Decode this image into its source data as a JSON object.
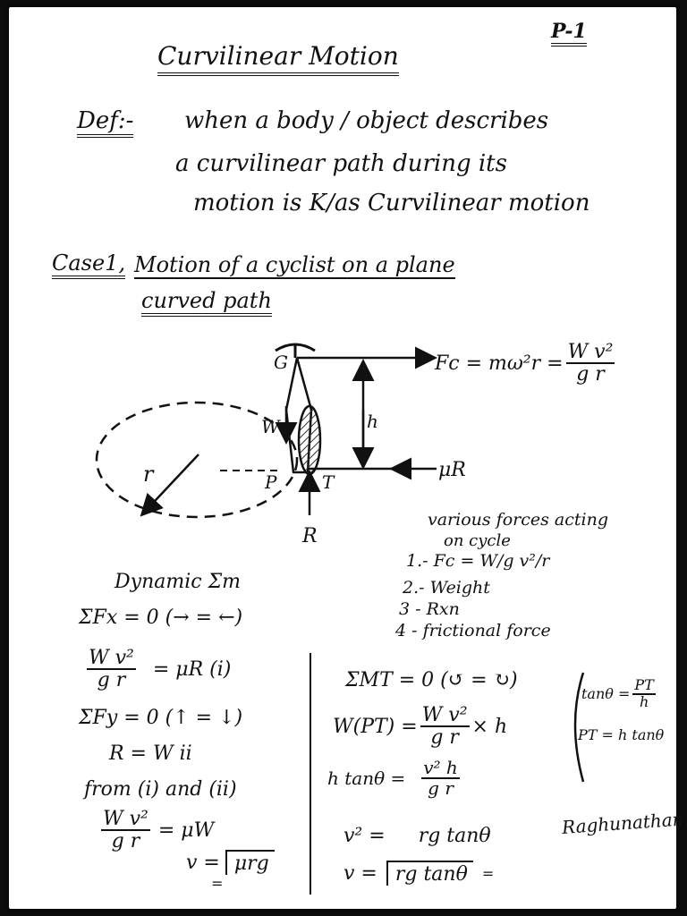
{
  "page": {
    "number": "P-1",
    "title": "Curvilinear Motion"
  },
  "definition": {
    "label": "Def:-",
    "line1": "when a body / object describes",
    "line2": "a curvilinear path during its",
    "line3": "motion is K/as Curvilinear motion"
  },
  "case1": {
    "label": "Case1,",
    "heading_line1": "Motion of a cyclist on a plane",
    "heading_line2": "curved path"
  },
  "diagram": {
    "label_G": "G",
    "label_W": "W",
    "label_h": "h",
    "label_P": "P",
    "label_T": "T",
    "label_R": "R",
    "label_r": "r",
    "label_muR": "μR",
    "fc_prefix": "Fc = mω²r =",
    "fc_num": "W v²",
    "fc_den": "g r"
  },
  "forces": {
    "heading1": "various forces acting",
    "heading2": "on cycle",
    "item1_prefix": "1.- Fc =",
    "item1_expr": "W/g v²/r",
    "item2": "2.- Weight",
    "item3": "3 - Rxn",
    "item4": "4 - frictional force"
  },
  "left_derivation": {
    "dynamic": "Dynamic Σm",
    "sum_fx": "ΣFx = 0 (→ = ←)",
    "eq1_num": "W v²",
    "eq1_den": "g r",
    "eq1_rhs": "= μR (i)",
    "sum_fy": "ΣFy = 0 (↑ = ↓)",
    "eq2": "R = W     ii",
    "from": "from (i) and (ii)",
    "eq3_num": "W v²",
    "eq3_den": "g r",
    "eq3_rhs": "= μW",
    "eq4_lhs": "v =",
    "eq4_rad": "μrg",
    "eq4_tail": "="
  },
  "right_derivation": {
    "sum_mt": "ΣMT = 0 (↺ = ↻)",
    "eq1_lhs": "W(PT) =",
    "eq1_num": "W v²",
    "eq1_den": "g r",
    "eq1_rhs": "× h",
    "eq2_lhs": "h tanθ =",
    "eq2_num": "v² h",
    "eq2_den": "g r",
    "eq3_lhs": "v² =",
    "eq3_rhs": "rg tanθ",
    "eq4_lhs": "v =",
    "eq4_rad": "rg tanθ",
    "eq4_tail": "="
  },
  "side_note": {
    "tan_lhs": "tanθ =",
    "tan_num": "PT",
    "tan_den": "h",
    "pt": "PT = h tanθ"
  },
  "signature": "Raghunathan."
}
